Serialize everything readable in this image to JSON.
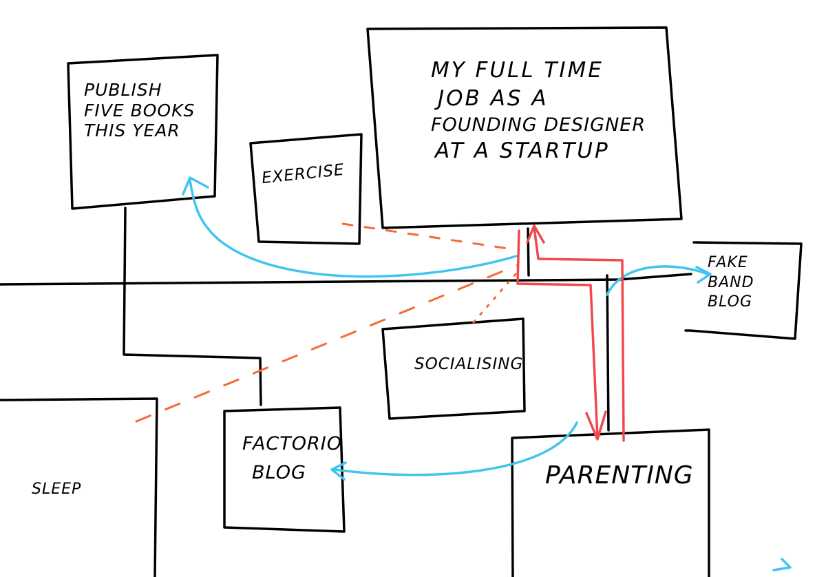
{
  "boxes": {
    "publish": {
      "lines": [
        "PUBLISH",
        "FIVE BOOKS",
        "THIS YEAR"
      ]
    },
    "exercise": {
      "lines": [
        "EXERCISE"
      ]
    },
    "job": {
      "lines": [
        "MY FULL TIME",
        "JOB AS A",
        "FOUNDING DESIGNER",
        "AT A STARTUP"
      ]
    },
    "fake_band_blog": {
      "lines": [
        "FAKE",
        "BAND",
        "BLOG"
      ]
    },
    "socialising": {
      "lines": [
        "SOCIALISING"
      ]
    },
    "factorio_blog": {
      "lines": [
        "FACTORIO",
        "BLOG"
      ]
    },
    "parenting": {
      "lines": [
        "PARENTING"
      ]
    },
    "sleep": {
      "lines": [
        "SLEEP"
      ]
    }
  },
  "colors": {
    "ink": "#000000",
    "blue_arrow": "#40c4f0",
    "red_arrow": "#f0484c",
    "orange_dash": "#f46a32"
  }
}
